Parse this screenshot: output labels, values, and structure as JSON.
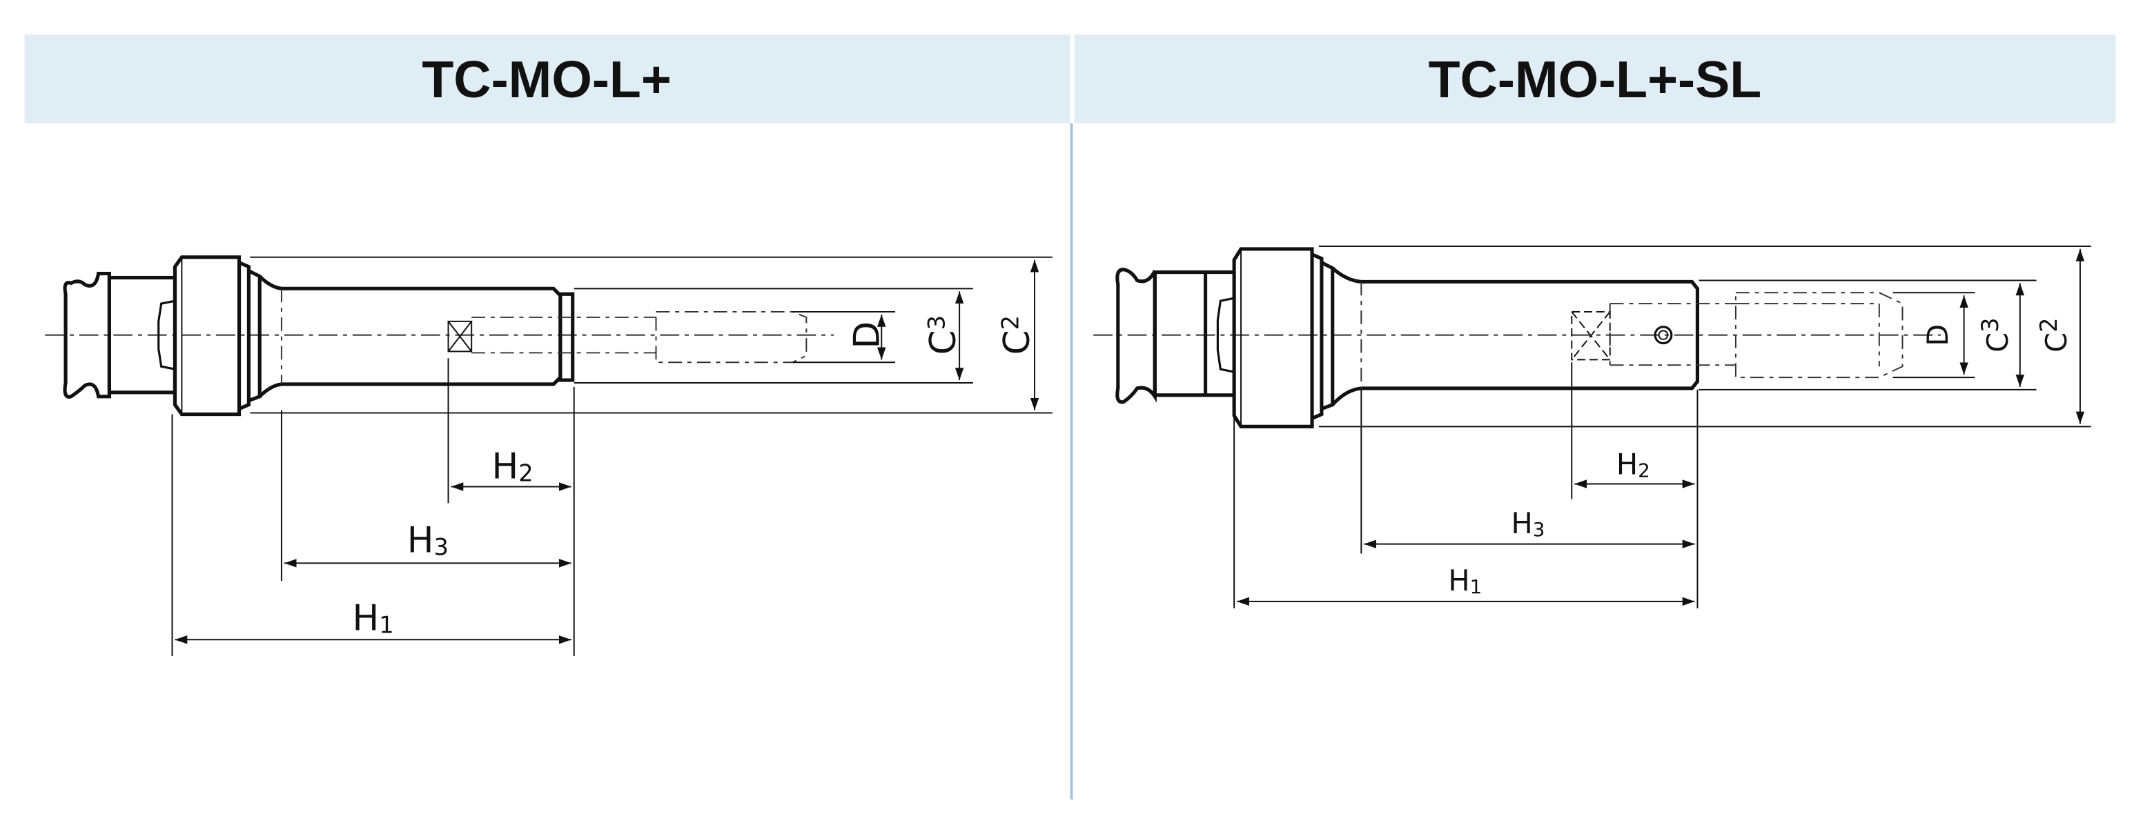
{
  "panels": [
    {
      "title": "TC-MO-L+",
      "labels": {
        "D": "D",
        "C3": "C",
        "C3_sub": "3",
        "C2": "C",
        "C2_sub": "2",
        "H1": "H",
        "H1_sub": "1",
        "H2": "H",
        "H2_sub": "2",
        "H3": "H",
        "H3_sub": "3"
      }
    },
    {
      "title": "TC-MO-L+-SL",
      "labels": {
        "D": "D",
        "C3": "C",
        "C3_sub": "3",
        "C2": "C",
        "C2_sub": "2",
        "H1": "H",
        "H1_sub": "1",
        "H2": "H",
        "H2_sub": "2",
        "H3": "H",
        "H3_sub": "3"
      }
    }
  ],
  "colors": {
    "header_bg": "#e0edf5",
    "divider": "#a9c1e0",
    "line": "#111111"
  }
}
